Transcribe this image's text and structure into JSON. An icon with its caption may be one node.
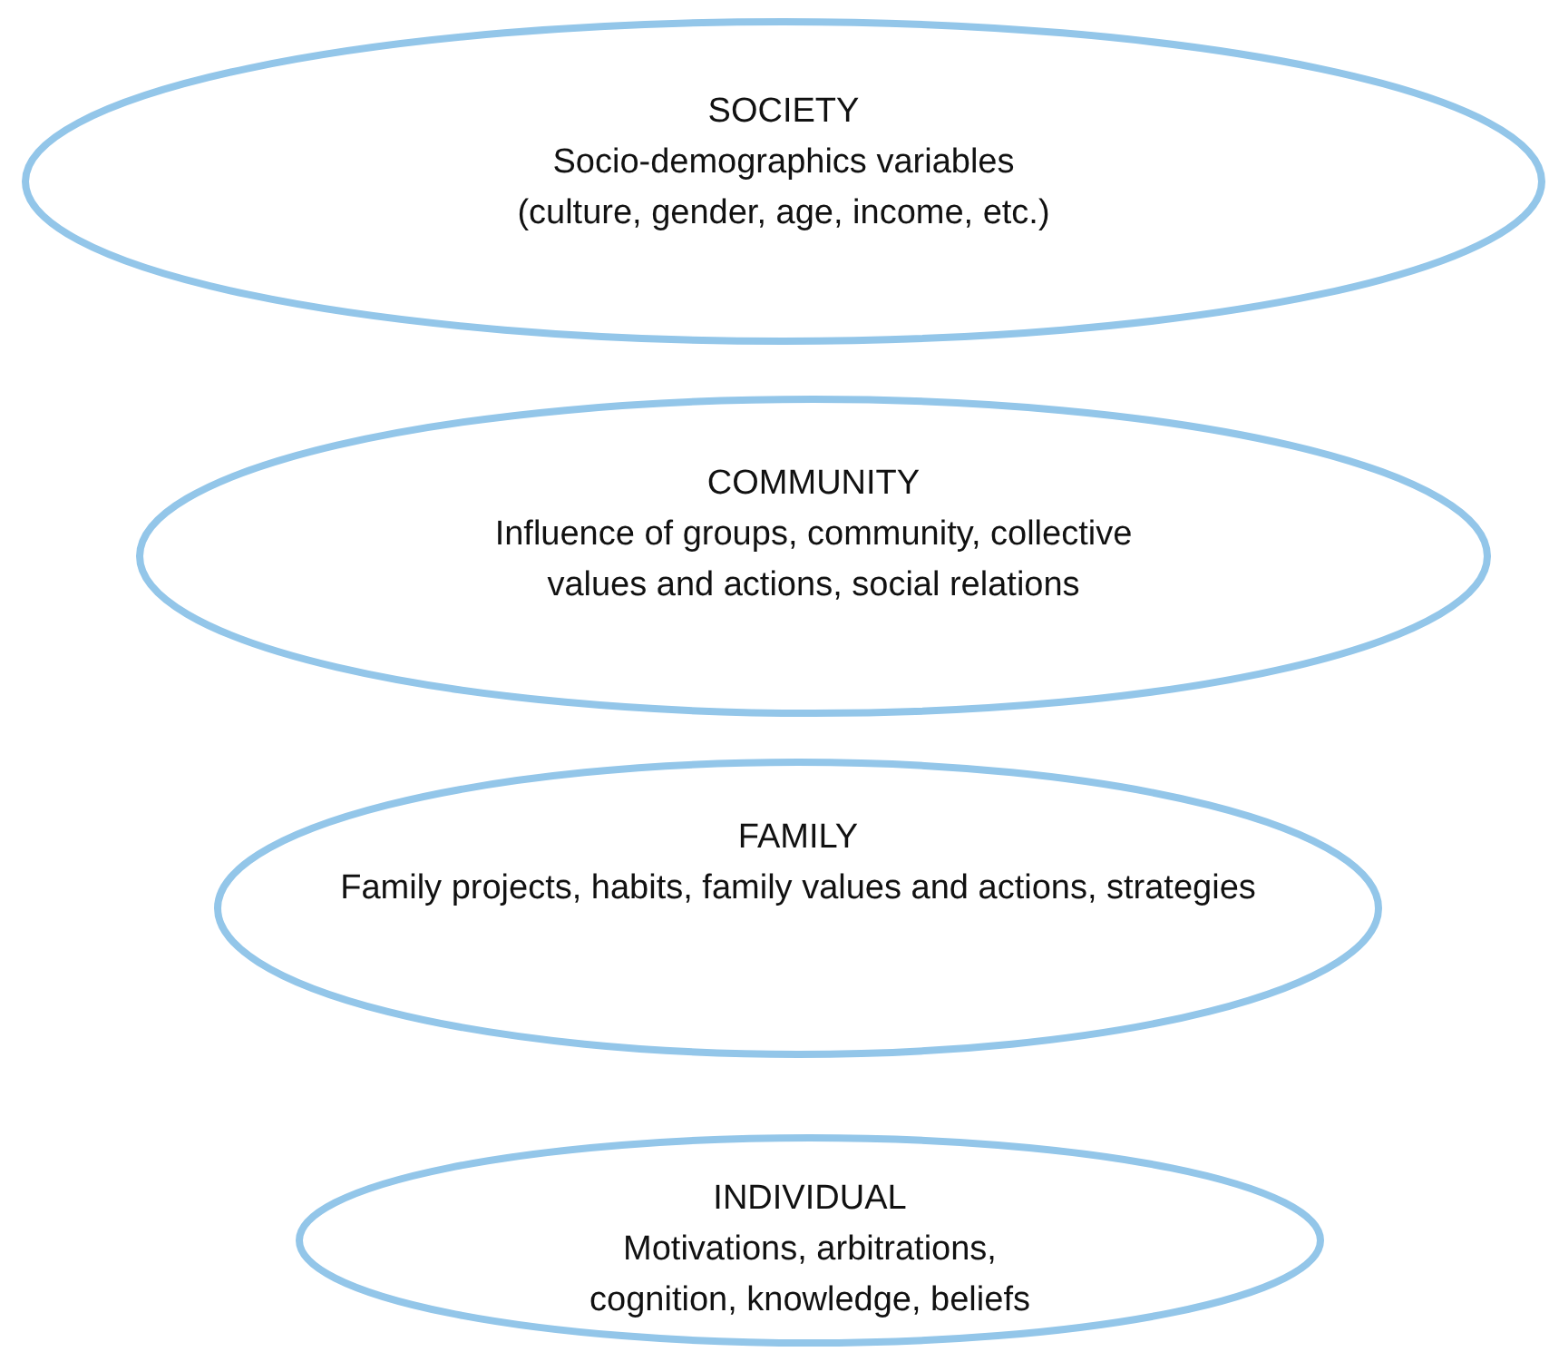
{
  "diagram": {
    "nodes": [
      {
        "text": [
          "SOCIETY",
          "Socio-demographics variables (culture, gender, age, income, etc.)"
        ]
      },
      {
        "text": [
          "COMMUNITY",
          "Influence of groups, community, collective values and actions, social relations"
        ]
      },
      {
        "text": [
          "FAMILY",
          "Family projects, habits, family values and actions, strategies"
        ]
      },
      {
        "text": [
          "INDIVIDUAL",
          "Motivations, arbitrations, cognition, knowledge, beliefs"
        ]
      }
    ]
  }
}
